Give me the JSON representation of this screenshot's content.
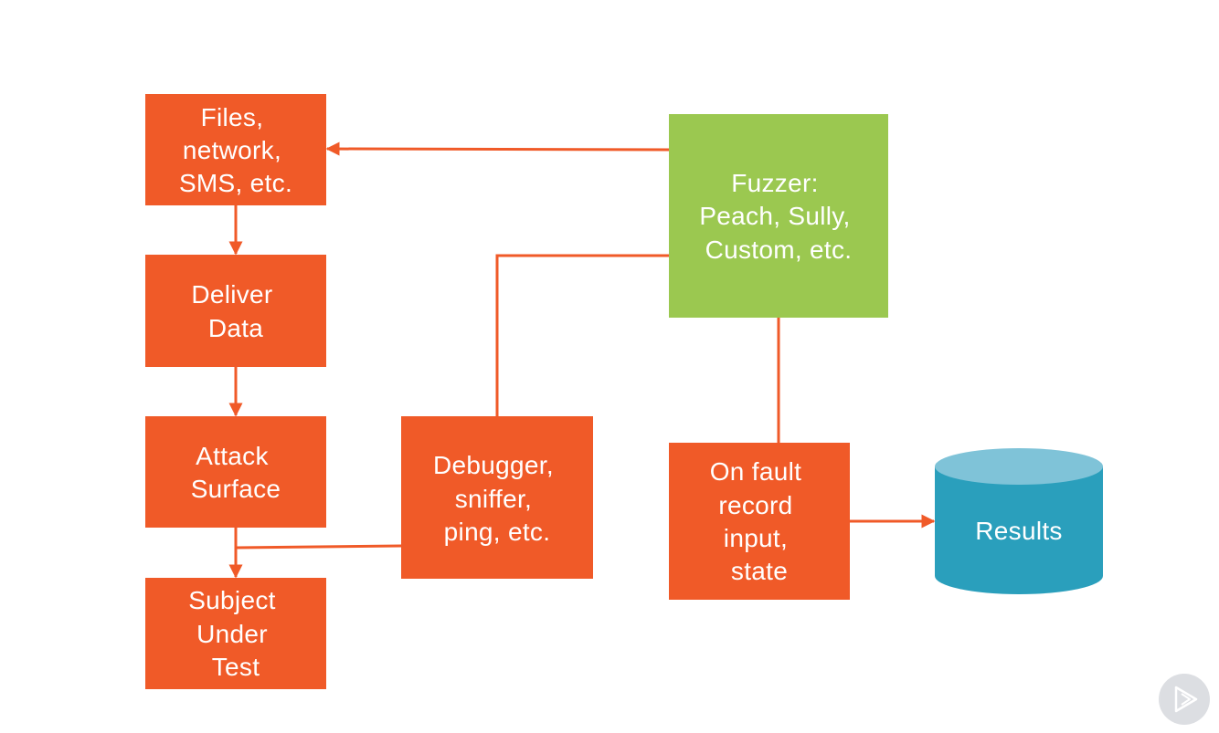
{
  "colors": {
    "orange": "#f05a28",
    "green": "#9bc850",
    "cylinder_body": "#2a9fbc",
    "cylinder_top": "#7fc3d8",
    "arrow": "#f05a28",
    "badge": "#d7d9de"
  },
  "nodes": {
    "files": {
      "lines": [
        "Files,",
        "network,",
        "SMS, etc."
      ]
    },
    "deliver": {
      "lines": [
        "Deliver",
        "Data"
      ]
    },
    "attack": {
      "lines": [
        "Attack",
        "Surface"
      ]
    },
    "subject": {
      "lines": [
        "Subject",
        "Under",
        "Test"
      ]
    },
    "debugger": {
      "lines": [
        "Debugger,",
        "sniffer,",
        "ping, etc."
      ]
    },
    "fuzzer": {
      "lines": [
        "Fuzzer:",
        "Peach, Sully,",
        "Custom, etc."
      ]
    },
    "onfault": {
      "lines": [
        "On fault",
        "record",
        "input,",
        "state"
      ]
    },
    "results": {
      "lines": [
        "Results"
      ]
    }
  },
  "badge_icon": "play-icon"
}
